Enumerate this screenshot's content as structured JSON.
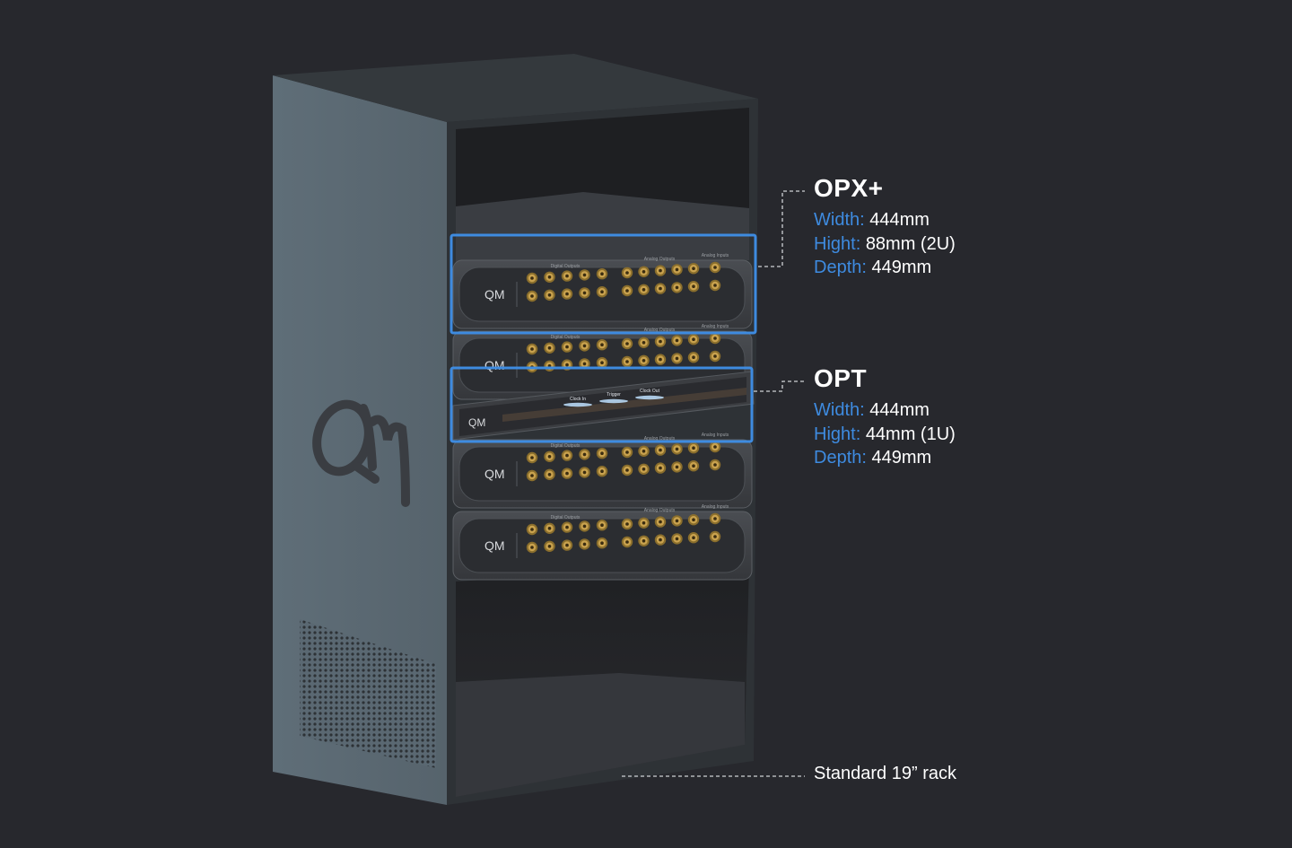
{
  "accent_color": "#3e8be0",
  "background_color": "#27282d",
  "brand_logo": "QM",
  "opx": {
    "title": "OPX+",
    "specs": [
      {
        "key": "Width:",
        "value": "444mm"
      },
      {
        "key": "Hight:",
        "value": "88mm (2U)"
      },
      {
        "key": "Depth:",
        "value": "449mm"
      }
    ]
  },
  "opt": {
    "title": "OPT",
    "specs": [
      {
        "key": "Width:",
        "value": "444mm"
      },
      {
        "key": "Hight:",
        "value": "44mm (1U)"
      },
      {
        "key": "Depth:",
        "value": "449mm"
      }
    ]
  },
  "rack": {
    "label": "Standard 19” rack"
  },
  "panel_labels": {
    "digital_outputs": "Digital Outputs",
    "analog_outputs": "Analog Outputs",
    "analog_inputs": "Analog Inputs",
    "opt_clock_in": "Clock In",
    "opt_trigger": "Trigger",
    "opt_clock_out": "Clock Out"
  }
}
